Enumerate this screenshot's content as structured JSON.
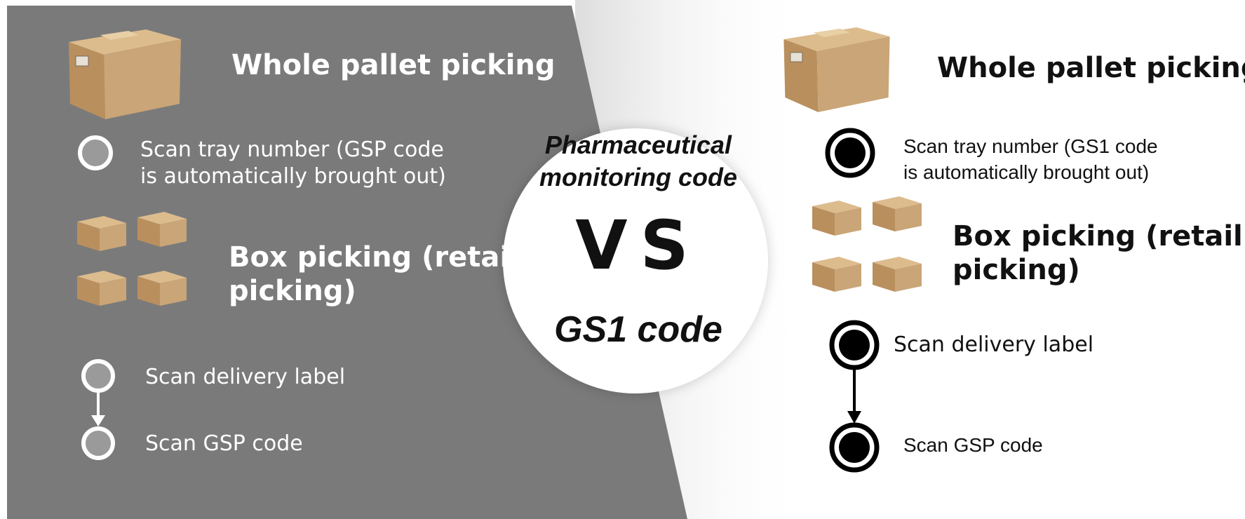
{
  "left_panel": {
    "whole_pallet_title": "Whole pallet picking",
    "scan_tray_text": [
      "Scan tray number (GSP code",
      "is automatically brought out)"
    ],
    "box_picking_title": [
      "Box picking (retail",
      "picking)"
    ],
    "scan_delivery_text": "Scan delivery label",
    "scan_gsp_text": "Scan GSP code"
  },
  "center": {
    "top_label": [
      "Pharmaceutical",
      "monitoring code"
    ],
    "vs": "VS",
    "bottom_label": "GS1 code"
  },
  "right_panel": {
    "whole_pallet_title": "Whole pallet picking",
    "scan_tray_text": [
      "Scan tray number (GS1 code",
      "is automatically brought out)"
    ],
    "box_picking_title": [
      "Box picking (retail",
      "picking)"
    ],
    "scan_delivery_text": "Scan delivery label",
    "scan_gsp_text": "Scan GSP code"
  },
  "colors": {
    "left_background": "#7a7a7a",
    "right_background": "#ffffff",
    "box_cardboard": "#c9a577",
    "dark_marker": "#000000",
    "light_marker": "#ffffff"
  }
}
